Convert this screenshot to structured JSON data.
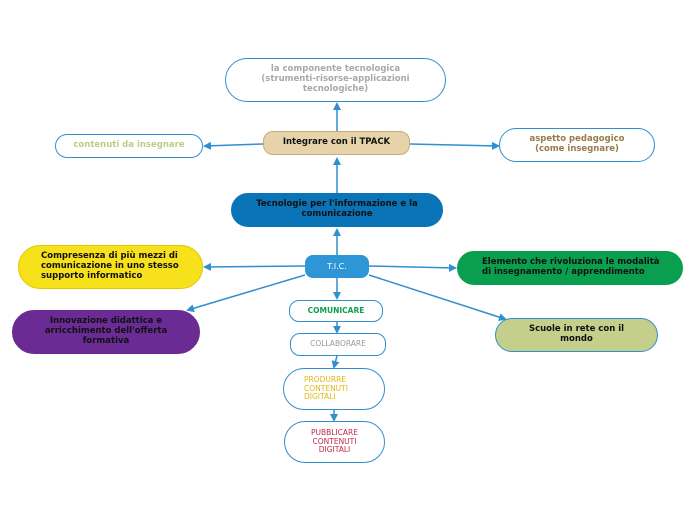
{
  "nodes": {
    "tpack_component": "la componente tecnologica\n(strumenti-risorse-applicazioni\ntecnologiche)",
    "contenuti": "contenuti da insegnare",
    "tpack": "Integrare con il TPACK",
    "pedagogico": "aspetto pedagogico\n(come insegnare)",
    "tecnologie": "Tecnologie per l'informazione e la\ncomunicazione",
    "tic": "T.I.C.",
    "compresenza": "Compresenza di più mezzi di\ncomunicazione in uno stesso\nsupporto informatico",
    "rivoluziona": "Elemento che rivoluziona le modalità\ndi insegnamento / apprendimento",
    "innovazione": "Innovazione didattica e\narricchimento dell'offerta\nformativa",
    "scuole": "Scuole in rete con il\nmondo",
    "comunicare": "COMUNICARE",
    "collaborare": "COLLABORARE",
    "produrre": "PRODURRE\nCONTENUTI\nDIGITALI",
    "pubblicare": "PUBBLICARE\nCONTENUTI\nDIGITALI"
  },
  "colors": {
    "connector": "#2f8fd0",
    "tpack_fill": "#e6d3a9",
    "tecnologie_fill": "#0a74b8",
    "tic_fill": "#2e95d6",
    "compresenza_fill": "#f7e11a",
    "rivoluziona_fill": "#0a9f4f",
    "innovazione_fill": "#6a2b94",
    "scuole_fill": "#c4cf8c"
  }
}
